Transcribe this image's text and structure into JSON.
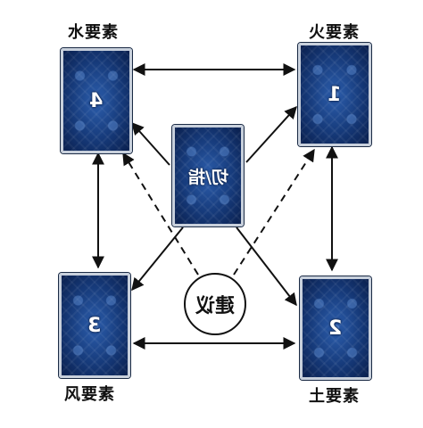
{
  "labels": {
    "water": "水要素",
    "fire": "火要素",
    "wind": "风要素",
    "earth": "土要素"
  },
  "cards": {
    "top_left": "4",
    "top_right": "1",
    "bottom_left": "3",
    "bottom_right": "2",
    "center": "切/指"
  },
  "advice": "建议",
  "colors": {
    "card_blue": "#163a7a",
    "card_border": "#c8d0dc",
    "arrow": "#111111"
  }
}
